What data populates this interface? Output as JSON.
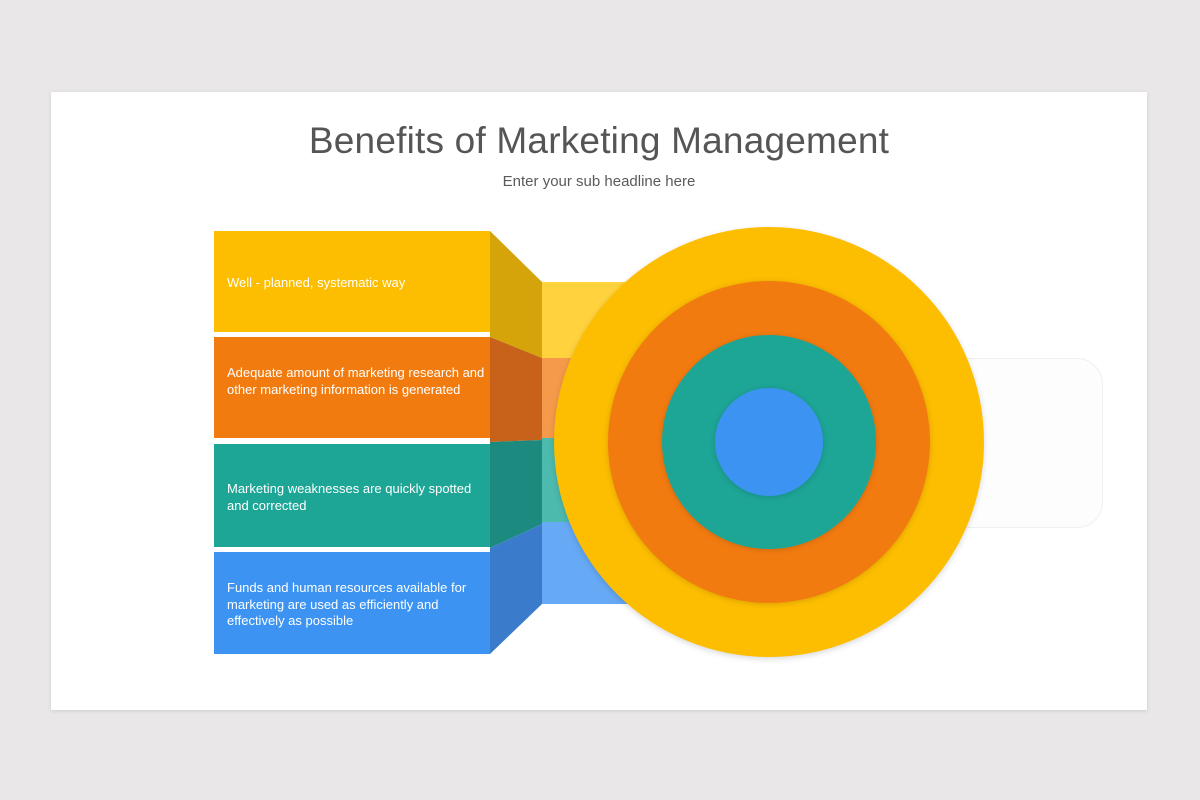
{
  "slide": {
    "title": "Benefits of Marketing Management",
    "subtitle": "Enter your sub headline here"
  },
  "items": [
    {
      "text": "Well - planned, systematic way",
      "color": "#FDBD00"
    },
    {
      "text": "Adequate amount of marketing research and other marketing information is generated",
      "color": "#F27B10"
    },
    {
      "text": "Marketing weaknesses are quickly spotted and corrected",
      "color": "#1DA596"
    },
    {
      "text": "Funds and human resources available for marketing are used as efficiently and effectively as possible",
      "color": "#3C93F2"
    }
  ],
  "target": {
    "rings": [
      {
        "name": "outer-ring",
        "color": "#FDBD00"
      },
      {
        "name": "second-ring",
        "color": "#F27B10"
      },
      {
        "name": "third-ring",
        "color": "#1DA596"
      },
      {
        "name": "bullseye",
        "color": "#3C93F2"
      }
    ]
  }
}
